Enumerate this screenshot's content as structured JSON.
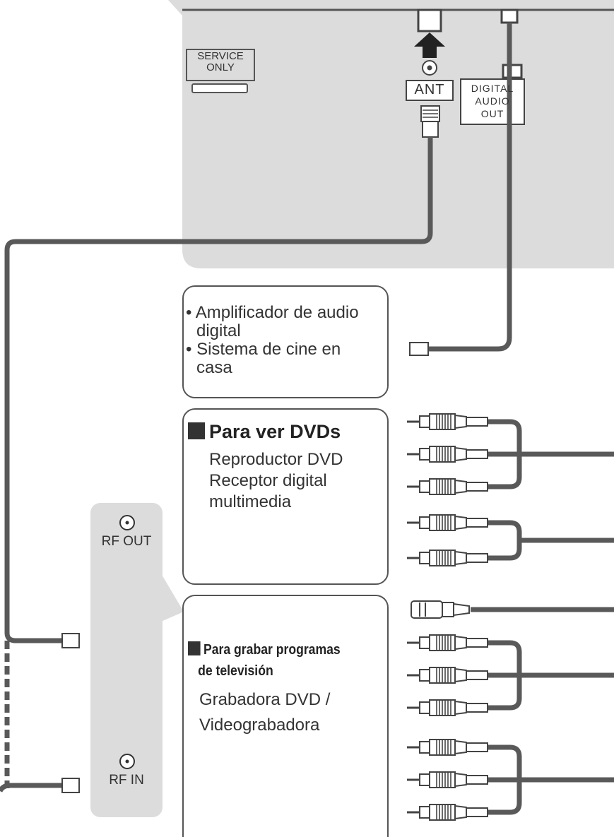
{
  "tv_panel": {
    "service_label_1": "SERVICE",
    "service_label_2": "ONLY",
    "ant_label": "ANT",
    "digital_audio_1": "DIGITAL",
    "digital_audio_2": "AUDIO",
    "digital_audio_3": "OUT"
  },
  "audio_box": {
    "item1_line1": "• Amplificador de audio",
    "item1_line2": "digital",
    "item2_line1": "• Sistema de cine en",
    "item2_line2": "casa"
  },
  "dvd_box": {
    "heading": "Para ver DVDs",
    "line1": "Reproductor DVD",
    "line2": "Receptor digital",
    "line3": "multimedia"
  },
  "recorder_box": {
    "heading_line1": "Para grabar programas",
    "heading_line2": "de televisión",
    "line1": "Grabadora DVD /",
    "line2": "Videograbadora"
  },
  "rf_panel": {
    "rf_out": "RF OUT",
    "rf_in": "RF IN"
  },
  "colors": {
    "panel": "#dcdcdc",
    "cable": "#595959",
    "outline": "#555555"
  }
}
